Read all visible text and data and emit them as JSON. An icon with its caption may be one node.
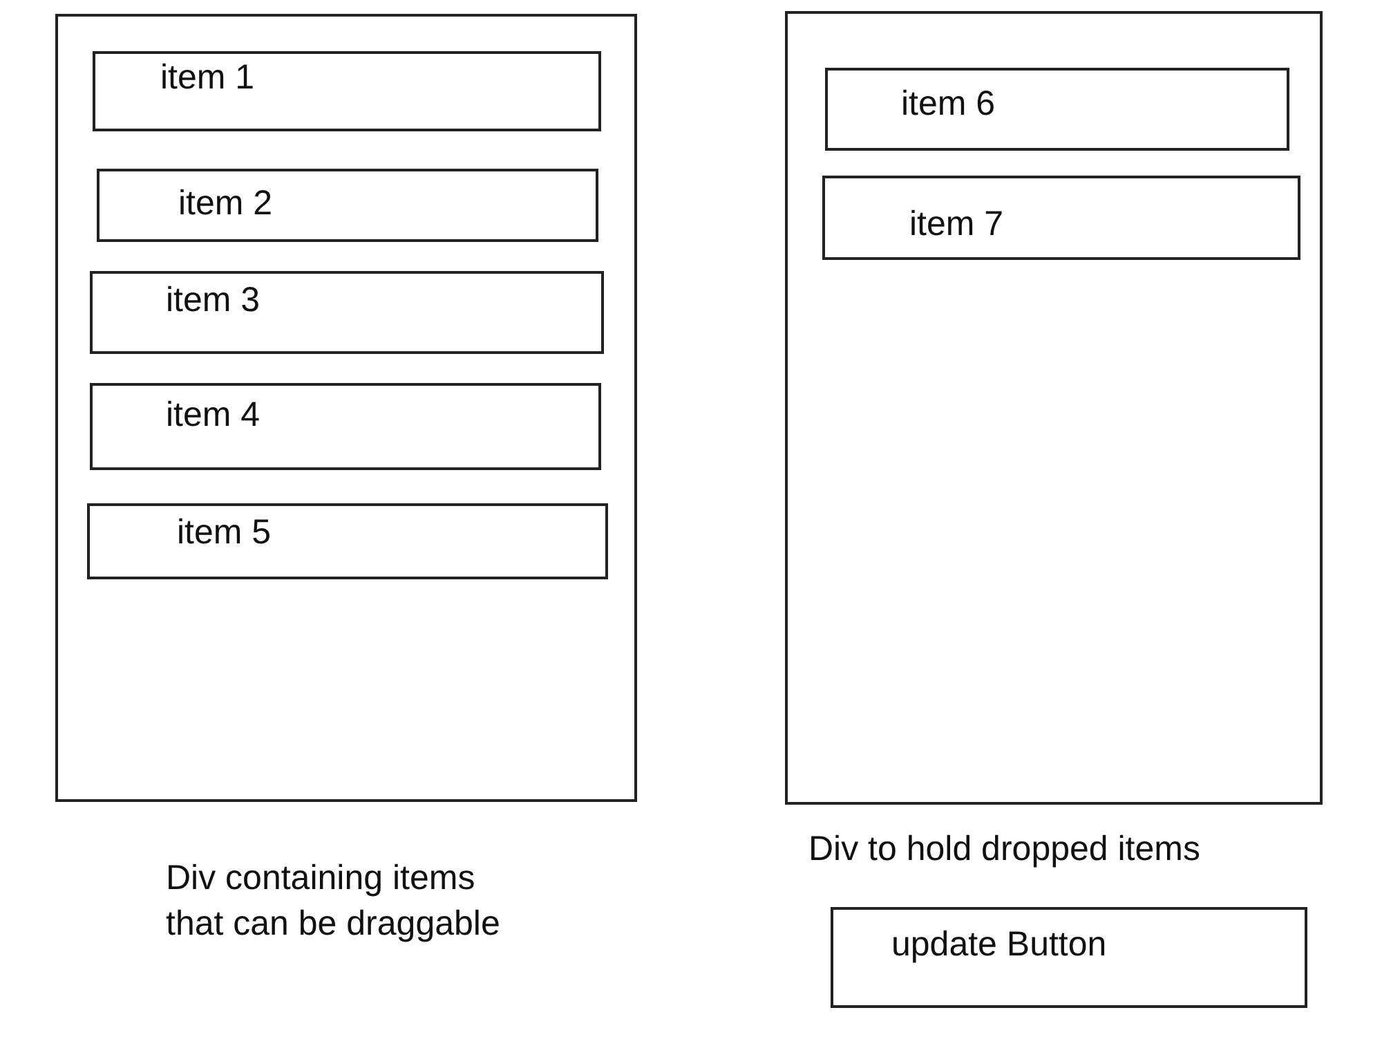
{
  "diagram": {
    "nodes": [
      {
        "text": [],
        "shape": "box",
        "beside": [
          "Div containing items that can be draggable"
        ]
      },
      {
        "text": [
          "item 1"
        ],
        "in": 0
      },
      {
        "text": [
          "item 2"
        ],
        "in": 0
      },
      {
        "text": [
          "item 3"
        ],
        "in": 0
      },
      {
        "text": [
          "item 4"
        ],
        "in": 0
      },
      {
        "text": [
          "item 5"
        ],
        "in": 0
      },
      {
        "text": [],
        "shape": "box",
        "beside": [
          "Div to hold dropped items"
        ]
      },
      {
        "text": [
          "item 6"
        ],
        "in": 6
      },
      {
        "text": [
          "item 7"
        ],
        "in": 6
      },
      {
        "text": [
          "update Button"
        ]
      }
    ]
  }
}
